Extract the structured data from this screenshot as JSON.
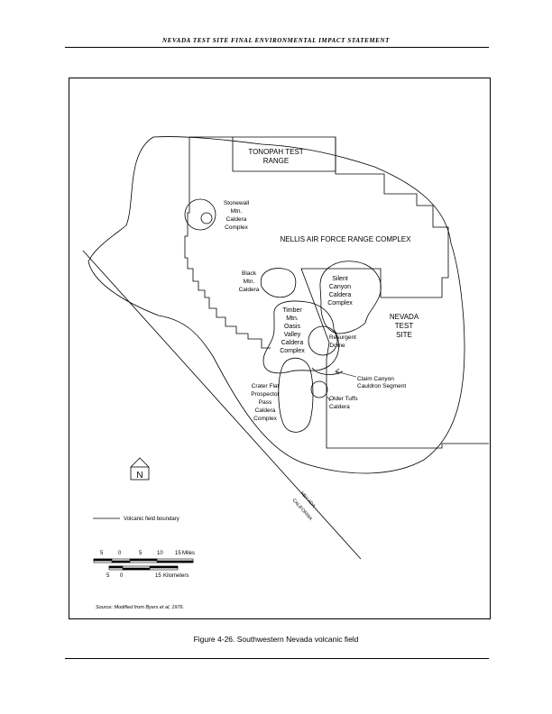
{
  "header": {
    "title": "NEVADA TEST SITE FINAL ENVIRONMENTAL IMPACT STATEMENT"
  },
  "map": {
    "labels": {
      "tonopah": [
        "TONOPAH TEST",
        "RANGE"
      ],
      "stonewall": [
        "Stonewall",
        "Mtn.",
        "Caldera",
        "Complex"
      ],
      "nellis": "NELLIS AIR FORCE RANGE COMPLEX",
      "black_mtn": [
        "Black",
        "Mtn.",
        "Caldera"
      ],
      "silent_canyon": [
        "Silent",
        "Canyon",
        "Caldera",
        "Complex"
      ],
      "nevada_test_site": [
        "NEVADA",
        "TEST",
        "SITE"
      ],
      "timber_mtn": [
        "Timber",
        "Mtn.",
        "Oasis",
        "Valley",
        "Caldera",
        "Complex"
      ],
      "resurgent_dome": [
        "Resurgent",
        "Dome"
      ],
      "claim_canyon": [
        "Claim Canyon",
        "Cauldron Segment"
      ],
      "crater_flat": [
        "Crater Flat",
        "Prospector",
        "Pass",
        "Caldera",
        "Complex"
      ],
      "older_tuffs": [
        "Older Tuffs",
        "Caldera"
      ],
      "state_nev": "NEV ADA",
      "state_cal": "CALIFORNIA"
    },
    "north_arrow_letter": "N",
    "legend": {
      "boundary_label": "Volcanic field boundary"
    },
    "scale_miles": {
      "ticks": [
        "5",
        "0",
        "5",
        "10",
        "15"
      ],
      "unit": "Miles"
    },
    "scale_km": {
      "ticks": [
        "5",
        "0",
        "15"
      ],
      "unit": "Kilometers"
    },
    "source": "Source: Modified from Byers et al, 1976."
  },
  "caption": "Figure 4-26. Southwestern Nevada volcanic field"
}
